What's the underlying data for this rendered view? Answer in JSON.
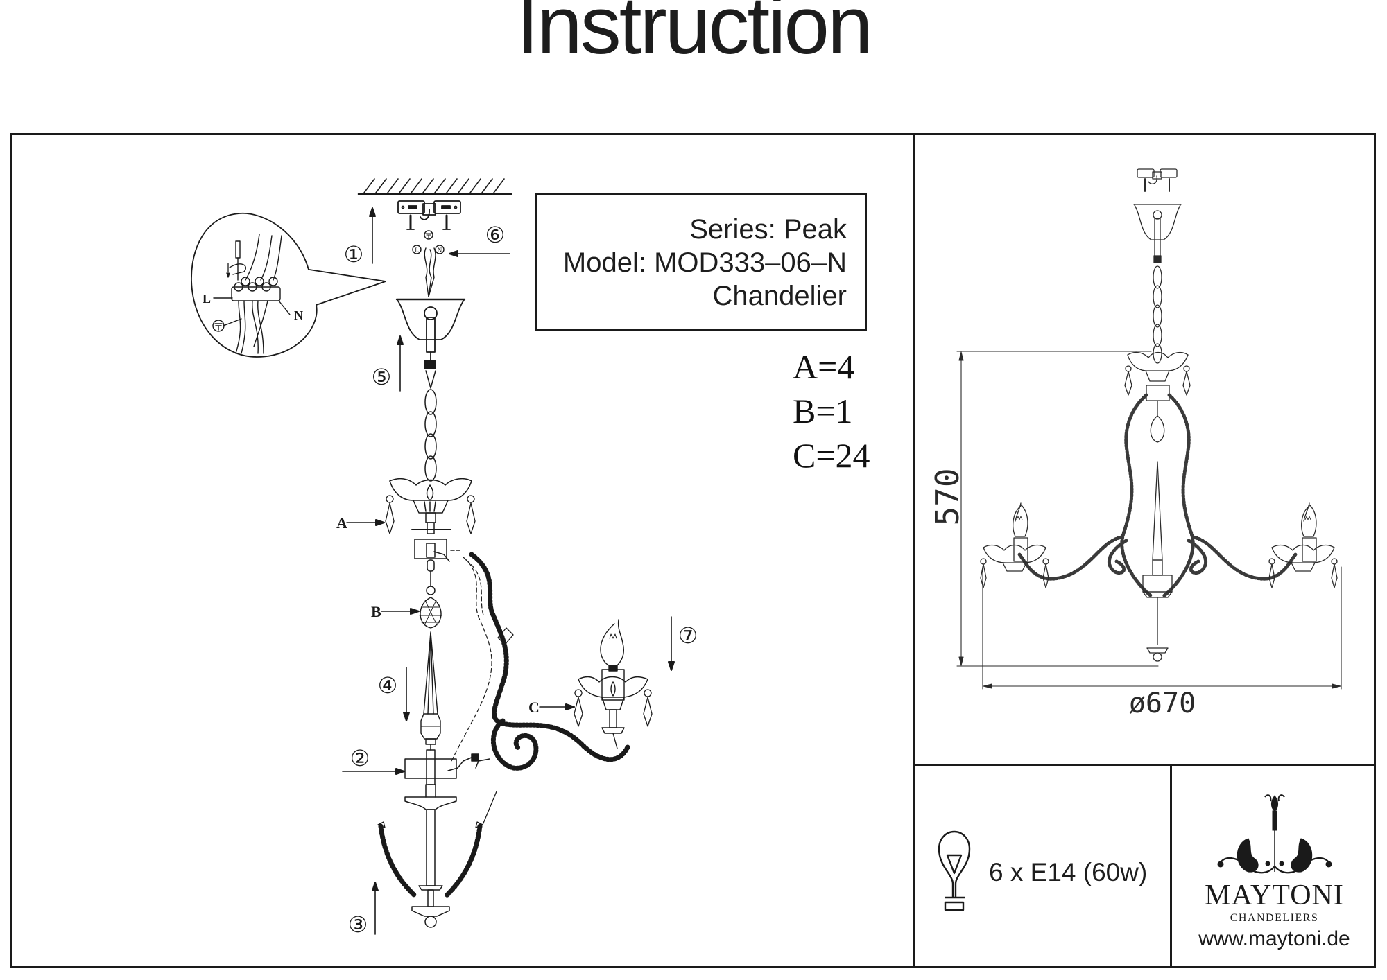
{
  "document": {
    "title": "Instruction"
  },
  "product": {
    "series": "Series: Peak",
    "model": "Model: MOD333–06–N",
    "type": "Chandelier"
  },
  "parts": [
    {
      "label": "A",
      "count_text": "A=4"
    },
    {
      "label": "B",
      "count_text": "B=1"
    },
    {
      "label": "C",
      "count_text": "C=24"
    }
  ],
  "steps": [
    "①",
    "②",
    "③",
    "④",
    "⑤",
    "⑥",
    "⑦"
  ],
  "wiring": {
    "live": "L",
    "neutral": "N",
    "live_small": "L",
    "neutral_small": "N"
  },
  "dimensions": {
    "height": "570",
    "diameter": "ø670"
  },
  "bulb_spec": {
    "icon": "light-bulb-icon",
    "text": "6 x E14 (60w)"
  },
  "brand": {
    "name": "MAYTONI",
    "subtitle": "CHANDELIERS",
    "url": "www.maytoni.de"
  },
  "colors": {
    "ink": "#1a1a1a",
    "background": "#ffffff"
  }
}
